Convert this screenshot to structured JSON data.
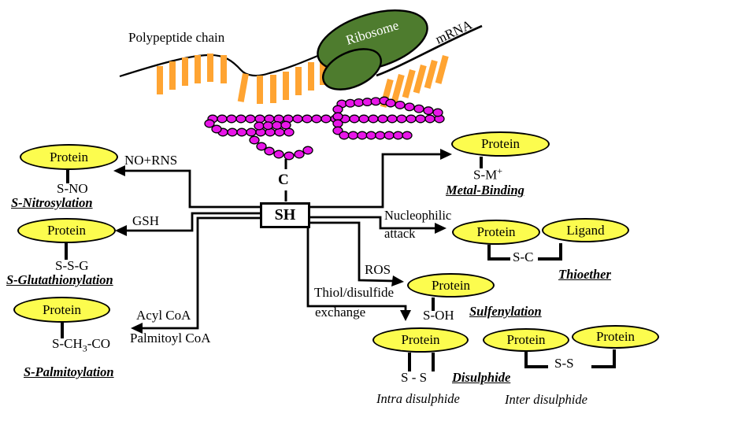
{
  "colors": {
    "protein_fill": "#FCFC4E",
    "ribosome_fill": "#4E7C2E",
    "bead_fill": "#E816E8",
    "tick_fill": "#FFA432",
    "line": "#000000"
  },
  "top": {
    "polypeptide_chain": "Polypeptide chain",
    "ribosome": "Ribosome",
    "mrna": "mRNA"
  },
  "center": {
    "cysteine": "C",
    "thiol": "SH"
  },
  "left": {
    "nitrosylation": {
      "protein": "Protein",
      "reagent": "NO+RNS",
      "product": "S-NO",
      "title": "S-Nitrosylation"
    },
    "glutathionylation": {
      "protein": "Protein",
      "reagent": "GSH",
      "product": "S-S-G",
      "title": "S-Glutathionylation"
    },
    "palmitoylation": {
      "protein": "Protein",
      "reagent_line1": "Acyl CoA",
      "reagent_line2": "Palmitoyl CoA",
      "product_main": "S-CH",
      "product_sub": "3",
      "product_tail": "-CO",
      "title": "S-Palmitoylation"
    }
  },
  "right": {
    "metal_binding": {
      "protein": "Protein",
      "product_main": "S-M",
      "product_sup": "+",
      "title": "Metal-Binding"
    },
    "thioether": {
      "protein": "Protein",
      "ligand": "Ligand",
      "reagent_line1": "Nucleophilic",
      "reagent_line2": "attack",
      "product": "S-C",
      "title": "Thioether"
    },
    "sulfenylation": {
      "protein": "Protein",
      "reagent": "ROS",
      "product": "S-OH",
      "title": "Sulfenylation"
    },
    "disulphide": {
      "reagent_line1": "Thiol/disulfide",
      "reagent_line2": "exchange",
      "title": "Disulphide",
      "intra": {
        "protein": "Protein",
        "product": "S - S",
        "caption": "Intra disulphide"
      },
      "inter": {
        "protein_left": "Protein",
        "protein_right": "Protein",
        "product": "S-S",
        "caption": "Inter disulphide"
      }
    }
  }
}
